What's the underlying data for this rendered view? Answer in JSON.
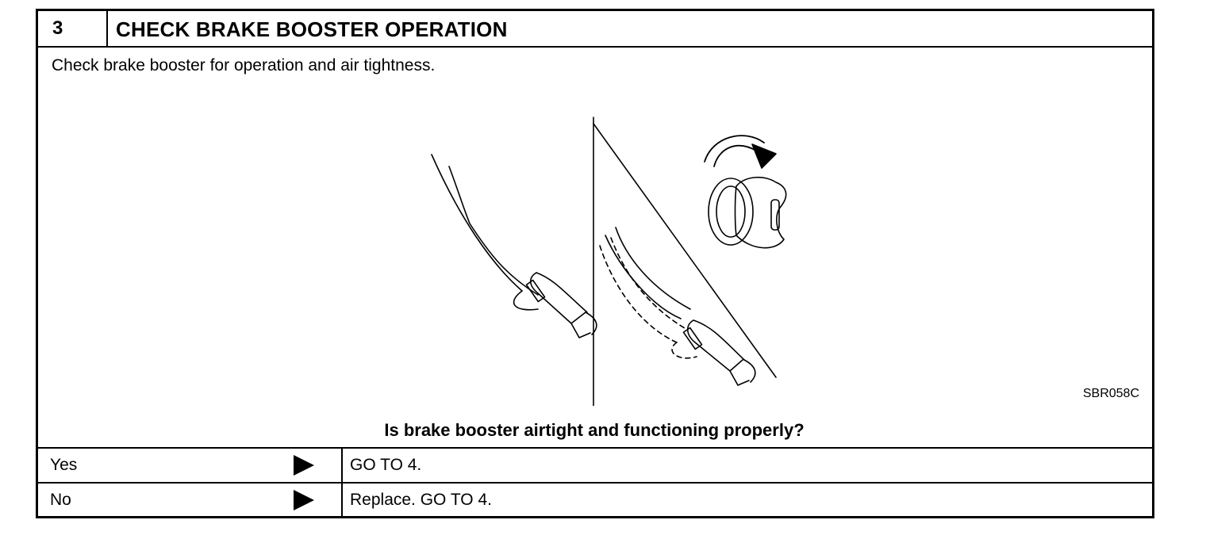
{
  "step": {
    "number": "3",
    "title": "CHECK BRAKE BOOSTER OPERATION"
  },
  "instruction": "Check brake booster for operation and air tightness.",
  "figure": {
    "code": "SBR058C"
  },
  "question": "Is brake booster airtight and functioning properly?",
  "answers": [
    {
      "answer": "Yes",
      "result": "GO TO 4."
    },
    {
      "answer": "No",
      "result": "Replace. GO TO 4."
    }
  ]
}
